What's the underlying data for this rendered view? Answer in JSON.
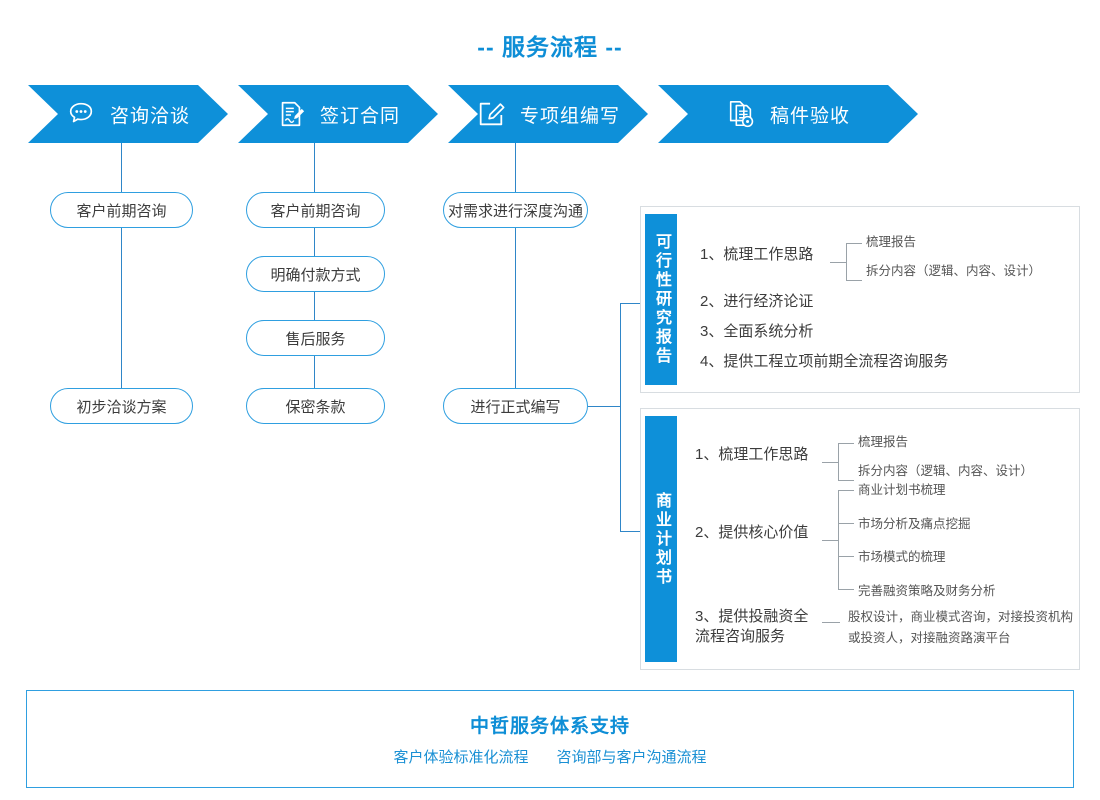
{
  "title": "-- 服务流程 --",
  "colors": {
    "brand_blue": "#0e90d9",
    "line_blue": "#2f86c8",
    "border_blue": "#2f9fe0",
    "text_dark": "#3c3c3c",
    "panel_border": "#d8dde1"
  },
  "banners": [
    {
      "label": "咨询洽谈",
      "icon": "chat-bubble-icon"
    },
    {
      "label": "签订合同",
      "icon": "contract-sign-icon"
    },
    {
      "label": "专项组编写",
      "icon": "edit-square-icon"
    },
    {
      "label": "稿件验收",
      "icon": "document-review-icon"
    }
  ],
  "columns": [
    {
      "nodes": [
        "客户前期咨询",
        "初步洽谈方案"
      ]
    },
    {
      "nodes": [
        "客户前期咨询",
        "明确付款方式",
        "售后服务",
        "保密条款"
      ]
    },
    {
      "nodes": [
        "对需求进行深度沟通",
        "进行正式编写"
      ]
    }
  ],
  "panels": [
    {
      "tab": "可行性研究报告",
      "rows": [
        {
          "num": "1、",
          "text": "梳理工作思路",
          "subs": [
            "梳理报告",
            "拆分内容（逻辑、内容、设计）"
          ]
        },
        {
          "num": "2、",
          "text": "进行经济论证",
          "subs": []
        },
        {
          "num": "3、",
          "text": "全面系统分析",
          "subs": []
        },
        {
          "num": "4、",
          "text": "提供工程立项前期全流程咨询服务",
          "subs": []
        }
      ]
    },
    {
      "tab": "商业计划书",
      "rows": [
        {
          "num": "1、",
          "text": "梳理工作思路",
          "subs": [
            "梳理报告",
            "拆分内容（逻辑、内容、设计）"
          ]
        },
        {
          "num": "2、",
          "text": "提供核心价值",
          "subs": [
            "商业计划书梳理",
            "市场分析及痛点挖掘",
            "市场模式的梳理",
            "完善融资策略及财务分析"
          ]
        },
        {
          "num": "3、",
          "text": "提供投融资全\n流程咨询服务",
          "subs": [
            "股权设计，商业模式咨询，对接投资机构",
            "或投资人，对接融资路演平台"
          ]
        }
      ]
    }
  ],
  "footer": {
    "title": "中哲服务体系支持",
    "subs": [
      "客户体验标准化流程",
      "咨询部与客户沟通流程"
    ]
  }
}
